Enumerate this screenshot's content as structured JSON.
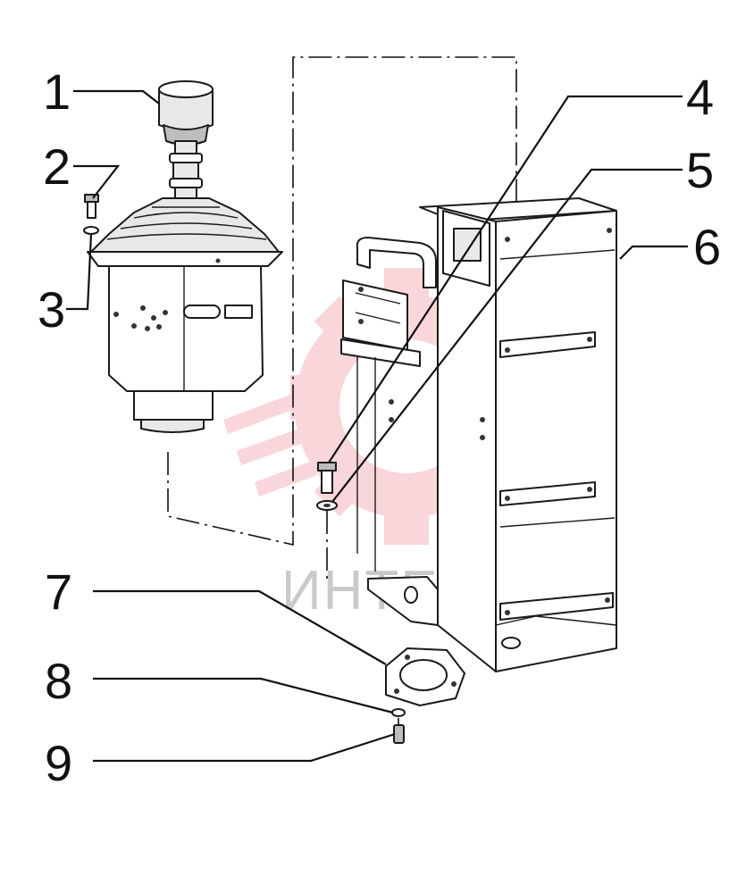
{
  "callouts": [
    {
      "label": "1"
    },
    {
      "label": "2"
    },
    {
      "label": "3"
    },
    {
      "label": "4"
    },
    {
      "label": "5"
    },
    {
      "label": "6"
    },
    {
      "label": "7"
    },
    {
      "label": "8"
    },
    {
      "label": "9"
    }
  ],
  "watermark": {
    "text": "ИНТЕХ",
    "color": "#f2b3b8"
  },
  "colors": {
    "line": "#111111",
    "watermark_logo": "#f4b6bb"
  }
}
